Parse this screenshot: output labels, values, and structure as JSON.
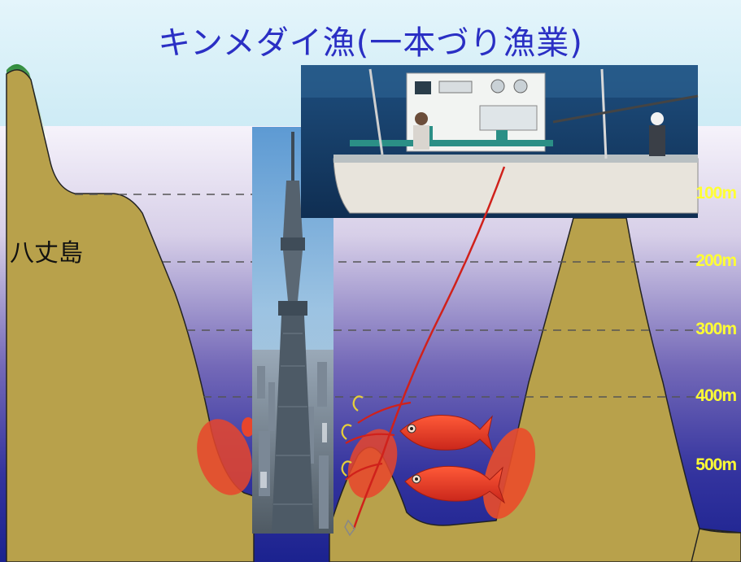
{
  "title": "キンメダイ漁(一本づり漁業)",
  "island_label": "八丈島",
  "depth_labels": [
    "100m",
    "200m",
    "300m",
    "400m",
    "500m"
  ],
  "colors": {
    "title": "#2a2fc4",
    "sky": "#d6f0f8",
    "seabed": "#b8a14b",
    "water_top": "#f3eefa",
    "water_bottom": "#1d2596",
    "depth_label": "#ffff33",
    "fish": "#e8402a",
    "habitat": "#e84b2c",
    "fishing_line": "#c8201c"
  },
  "icons": [
    "tower-photo",
    "boat-photo",
    "fish-icon",
    "fishing-hook-icon"
  ]
}
